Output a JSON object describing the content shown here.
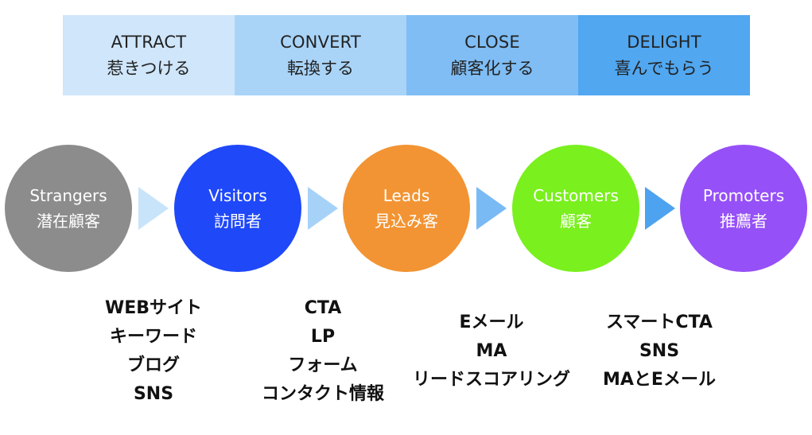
{
  "stages": [
    {
      "en": "ATTRACT",
      "ja": "惹きつける",
      "color": "#cfe6fb"
    },
    {
      "en": "CONVERT",
      "ja": "転換する",
      "color": "#a9d4f8"
    },
    {
      "en": "CLOSE",
      "ja": "顧客化する",
      "color": "#7fbdf4"
    },
    {
      "en": "DELIGHT",
      "ja": "喜んでもらう",
      "color": "#51a7f0"
    }
  ],
  "personas": [
    {
      "en": "Strangers",
      "ja": "潜在顧客",
      "color": "#8c8c8c"
    },
    {
      "en": "Visitors",
      "ja": "訪問者",
      "color": "#1f48f9"
    },
    {
      "en": "Leads",
      "ja": "見込み客",
      "color": "#f29433"
    },
    {
      "en": "Customers",
      "ja": "顧客",
      "color": "#7af01e"
    },
    {
      "en": "Promoters",
      "ja": "推薦者",
      "color": "#9650f7"
    }
  ],
  "arrows": [
    {
      "color": "#c8e4fb"
    },
    {
      "color": "#a6d2f8"
    },
    {
      "color": "#7abaf4"
    },
    {
      "color": "#4da3ef"
    }
  ],
  "tactics": [
    {
      "items": [
        "WEBサイト",
        "キーワード",
        "ブログ",
        "SNS"
      ]
    },
    {
      "items": [
        "CTA",
        "LP",
        "フォーム",
        "コンタクト情報"
      ]
    },
    {
      "items": [
        "Eメール",
        "MA",
        "リードスコアリング"
      ]
    },
    {
      "items": [
        "スマートCTA",
        "SNS",
        "MAとEメール"
      ]
    }
  ]
}
